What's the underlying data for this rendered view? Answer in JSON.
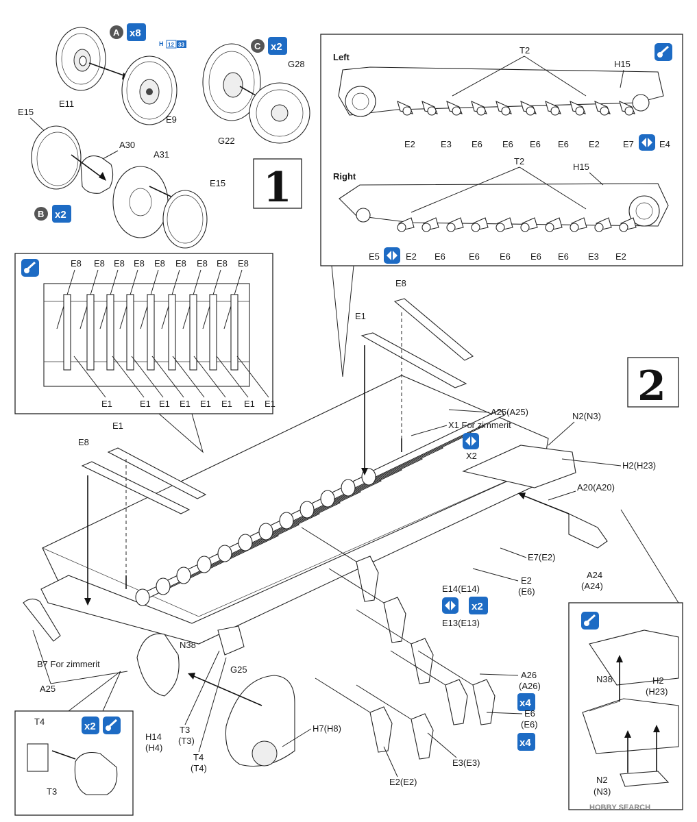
{
  "step1": {
    "number": "1",
    "group_a": {
      "letter": "A",
      "qty": "x8",
      "paint_h": "H",
      "paint_1": "12",
      "paint_2": "33",
      "parts": [
        "E11",
        "E9"
      ]
    },
    "group_b": {
      "letter": "B",
      "qty": "x2",
      "parts": [
        "E15",
        "A30",
        "A31",
        "E15"
      ]
    },
    "group_c": {
      "letter": "C",
      "qty": "x2",
      "parts": [
        "G28",
        "G22"
      ]
    }
  },
  "left_right_inset": {
    "left_title": "Left",
    "right_title": "Right",
    "left_labels": {
      "top": [
        "T2",
        "H15"
      ],
      "bottom": [
        "E2",
        "E3",
        "E6",
        "E6",
        "E6",
        "E6",
        "E2",
        "E7",
        "E4"
      ]
    },
    "right_labels": {
      "top": [
        "T2",
        "H15"
      ],
      "bottom": [
        "E5",
        "E2",
        "E6",
        "E6",
        "E6",
        "E6",
        "E6",
        "E3",
        "E2"
      ]
    }
  },
  "crossbar_inset": {
    "top_labels": [
      "E8",
      "E8",
      "E8",
      "E8",
      "E8",
      "E8",
      "E8",
      "E8",
      "E8"
    ],
    "bottom_labels": [
      "E1",
      "E1",
      "E1",
      "E1",
      "E1",
      "E1",
      "E1",
      "E1"
    ]
  },
  "step2": {
    "number": "2",
    "labels": {
      "e8_top": "E8",
      "e1_top": "E1",
      "a25_top": "A25(A25)",
      "x1": "X1 For zimmerit",
      "x2": "X2",
      "n2_top": "N2(N3)",
      "h2_top": "H2(H23)",
      "a20": "A20(A20)",
      "e7": "E7(E2)",
      "e2_a": "E2",
      "e6_a": "(E6)",
      "a24_a": "A24",
      "a24_b": "(A24)",
      "e14": "E14(E14)",
      "e13": "E13(E13)",
      "e8_left": "E8",
      "e1_left": "E1",
      "n38": "N38",
      "b7": "B7 For zimmerit",
      "a25_left": "A25",
      "g25": "G25",
      "h14_a": "H14",
      "h14_b": "(H4)",
      "t3_a": "T3",
      "t3_b": "(T3)",
      "t4_a": "T4",
      "t4_b": "(T4)",
      "h7": "H7(H8)",
      "a26_a": "A26",
      "a26_b": "(A26)",
      "e6_b": "E6",
      "e6_c": "(E6)",
      "e3": "E3(E3)",
      "e2e2": "E2(E2)"
    },
    "badges": {
      "x2_e13": "x2",
      "x4_a": "x4",
      "x4_b": "x4"
    }
  },
  "t3_inset": {
    "qty": "x2",
    "labels": [
      "T4",
      "T3"
    ]
  },
  "h2_inset": {
    "labels": {
      "n38": "N38",
      "h2_a": "H2",
      "h2_b": "(H23)",
      "n2_a": "N2",
      "n2_b": "(N3)"
    }
  },
  "watermark": "HOBBY SEARCH",
  "colors": {
    "accent": "#1d6bc4",
    "ink": "#222222"
  }
}
